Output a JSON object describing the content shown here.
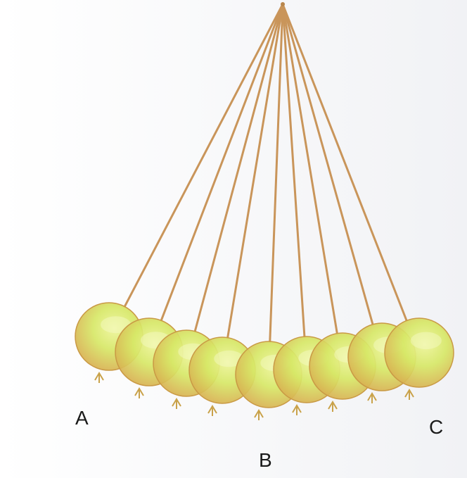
{
  "diagram": {
    "labels": {
      "a": "A",
      "b": "B",
      "c": "C"
    },
    "pendulum_positions": 9,
    "colors": {
      "string": "#c9955a",
      "bob_light": "#eef59a",
      "bob_mid": "#c8dc4a",
      "bob_dark": "#d2a648",
      "bob_edge": "#c99a45",
      "background": "#f6f7f9"
    }
  }
}
